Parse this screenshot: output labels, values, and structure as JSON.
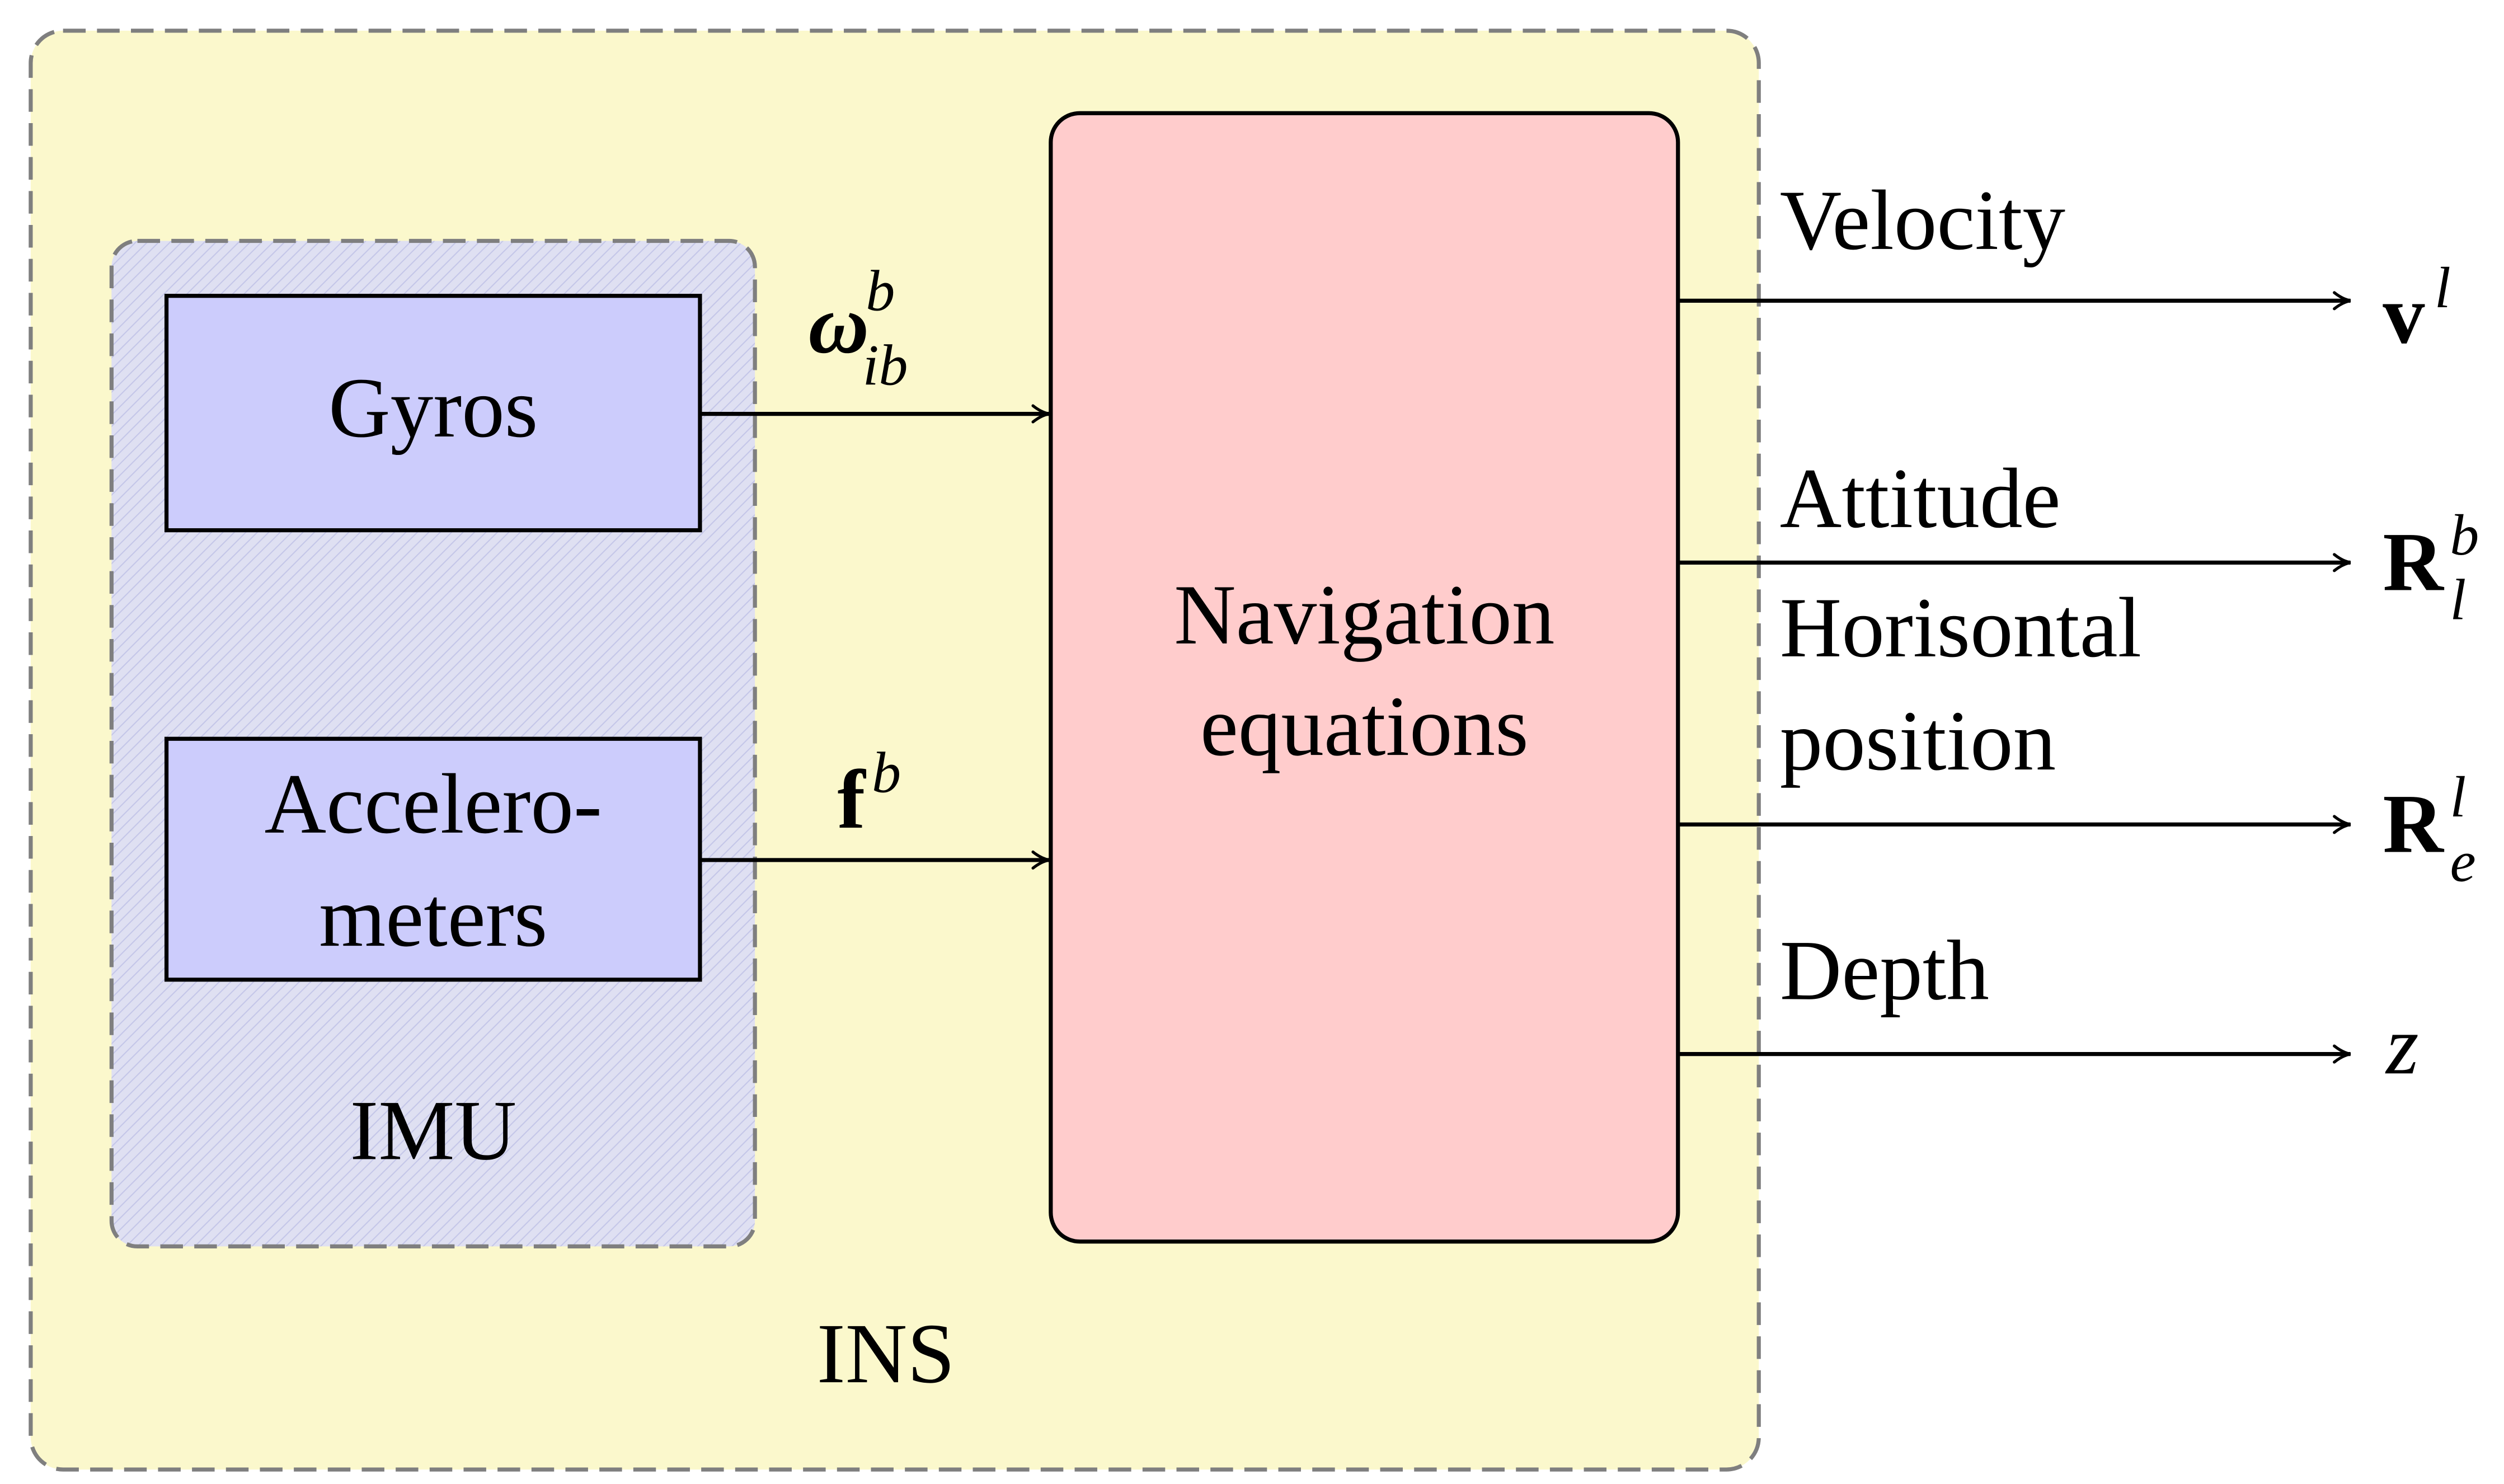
{
  "ins_block": {
    "label": "INS",
    "fill": "#fbf8cc",
    "border": "#8a8a8a"
  },
  "imu_block": {
    "label": "IMU",
    "fill": "#dfe0f2",
    "border": "#8a8a8a"
  },
  "gyros": {
    "label": "Gyros",
    "fill": "#ccccfc"
  },
  "accelerometers": {
    "line1": "Accelero-",
    "line2": "meters",
    "fill": "#ccccfc"
  },
  "navigation": {
    "line1": "Navigation",
    "line2": "equations",
    "fill": "#ffcccc"
  },
  "inputs": [
    {
      "symbol": "ω",
      "sup": "b",
      "sub": "ib"
    },
    {
      "symbol": "f",
      "sup": "b"
    }
  ],
  "outputs": [
    {
      "label": "Velocity",
      "symbol": "v",
      "sup": "l"
    },
    {
      "label": "Attitude",
      "symbol": "R",
      "sup": "b",
      "sub": "l"
    },
    {
      "label_line1": "Horisontal",
      "label_line2": "position",
      "symbol": "R",
      "sup": "l",
      "sub": "e"
    },
    {
      "label": "Depth",
      "symbol": "z"
    }
  ]
}
